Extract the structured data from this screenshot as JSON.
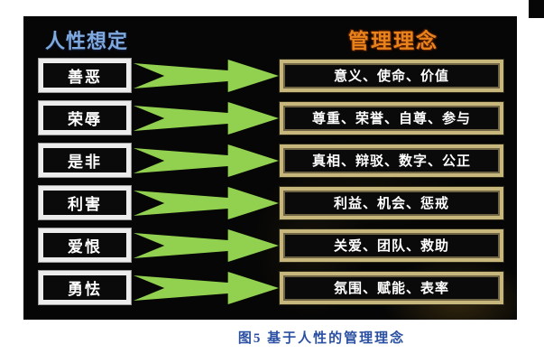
{
  "headers": {
    "left": "人性想定",
    "right": "管理理念"
  },
  "rows": [
    {
      "left": "善恶",
      "right": "意义、使命、价值"
    },
    {
      "left": "荣辱",
      "right": "尊重、荣誉、自尊、参与"
    },
    {
      "left": "是非",
      "right": "真相、辩驳、数字、公正"
    },
    {
      "left": "利害",
      "right": "利益、机会、惩戒"
    },
    {
      "left": "爱恨",
      "right": "关爱、团队、救助"
    },
    {
      "left": "勇怯",
      "right": "氛围、赋能、表率"
    }
  ],
  "caption": "图5 基于人性的管理理念",
  "icons": {
    "arrow": "notched-right-arrow"
  },
  "colors": {
    "slide_background": "#060606",
    "arrow_green": "#92d050",
    "header_left_blue": "#7fa8dc",
    "header_right_orange": "#e8831c",
    "left_box_border_white": "#ececec",
    "right_box_frame_tan": "#c7b77d",
    "box_text_white": "#ffffff",
    "caption_blue": "#2b4fa2"
  }
}
